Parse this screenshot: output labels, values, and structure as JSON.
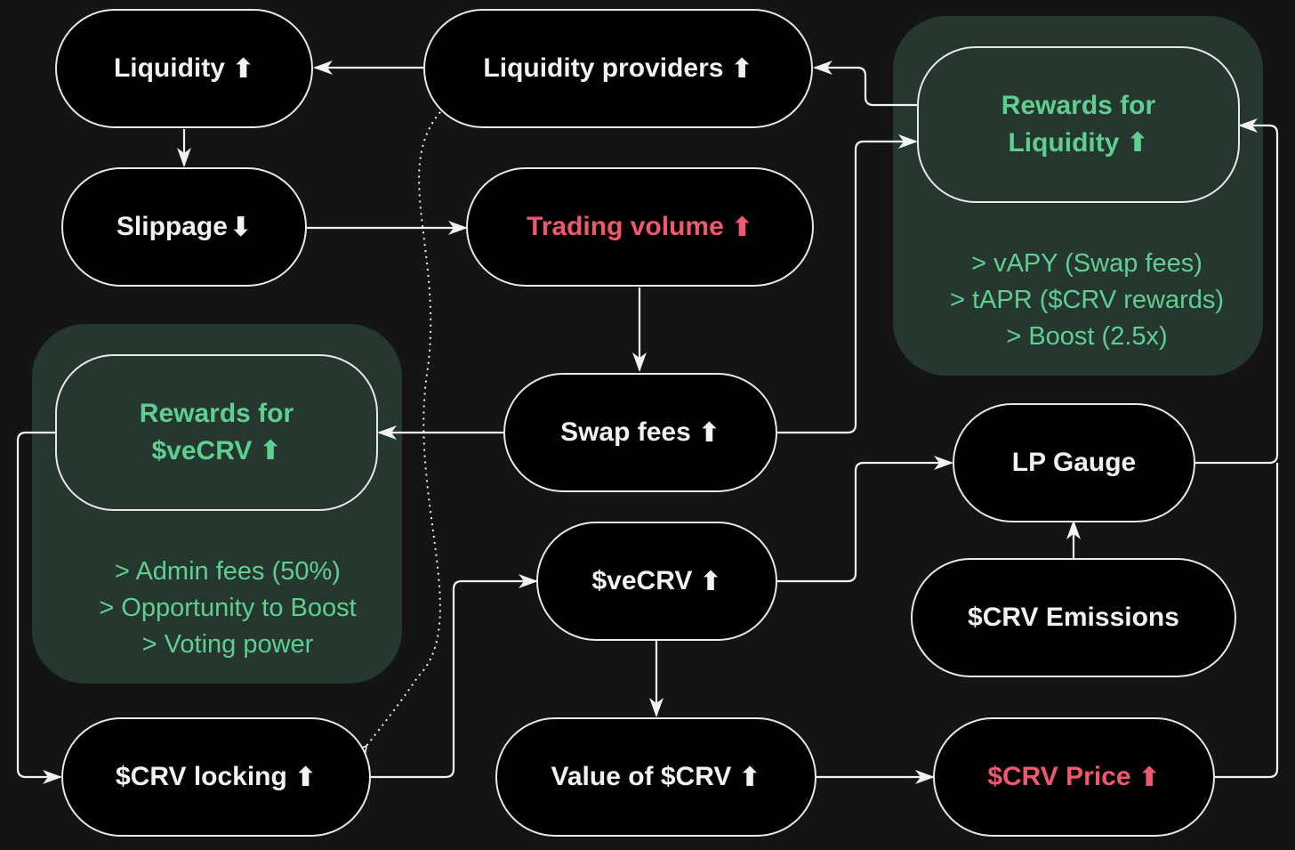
{
  "nodes": {
    "liquidity": "Liquidity",
    "liquidity_providers": "Liquidity providers",
    "slippage": "Slippage",
    "trading_volume": "Trading volume",
    "swap_fees": "Swap fees",
    "vecrv": "$veCRV",
    "crv_locking": "$CRV locking",
    "value_of_crv": "Value of $CRV",
    "crv_price": "$CRV Price",
    "lp_gauge": "LP Gauge",
    "crv_emissions": "$CRV Emissions",
    "rewards_liquidity_line1": "Rewards for",
    "rewards_liquidity_line2": "Liquidity",
    "rewards_vecrv_line1": "Rewards for",
    "rewards_vecrv_line2": "$veCRV"
  },
  "symbols": {
    "up": "⬆",
    "down": "⬇"
  },
  "liquidity_rewards_list": [
    "> vAPY (Swap fees)",
    "> tAPR ($CRV rewards)",
    "> Boost (2.5x)"
  ],
  "vecrv_rewards_list": [
    "> Admin fees (50%)",
    "> Opportunity to Boost",
    "> Voting power"
  ],
  "colors": {
    "background": "#141414",
    "node_border": "#e8e8e8",
    "highlight_pink": "#f0586d",
    "reward_green": "#5fcf91",
    "panel_green": "#263730"
  }
}
